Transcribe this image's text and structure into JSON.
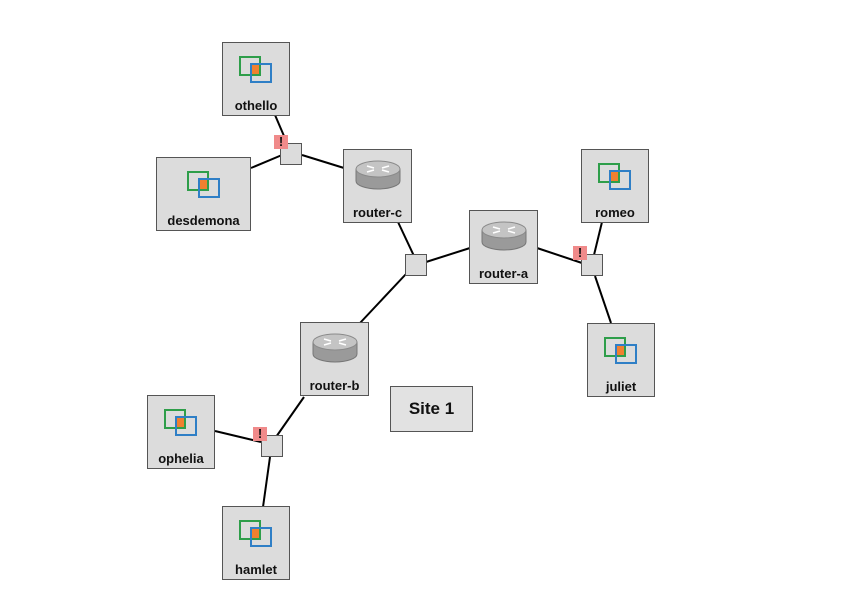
{
  "site": {
    "label": "Site 1"
  },
  "nodes": {
    "othello": {
      "label": "othello",
      "type": "pc-icon"
    },
    "desdemona": {
      "label": "desdemona",
      "type": "pc-icon"
    },
    "romeo": {
      "label": "romeo",
      "type": "pc-icon"
    },
    "juliet": {
      "label": "juliet",
      "type": "pc-icon"
    },
    "ophelia": {
      "label": "ophelia",
      "type": "pc-icon"
    },
    "hamlet": {
      "label": "hamlet",
      "type": "pc-icon"
    },
    "router_a": {
      "label": "router-a",
      "type": "router-icon"
    },
    "router_b": {
      "label": "router-b",
      "type": "router-icon"
    },
    "router_c": {
      "label": "router-c",
      "type": "router-icon"
    }
  },
  "alert": {
    "symbol": "!"
  },
  "colors": {
    "node_fill": "#dcdcdc",
    "alert_fill": "#f08a8a",
    "pc_green": "#2e9e4a",
    "pc_blue": "#2f7fc6",
    "pc_orange": "#f08030"
  }
}
